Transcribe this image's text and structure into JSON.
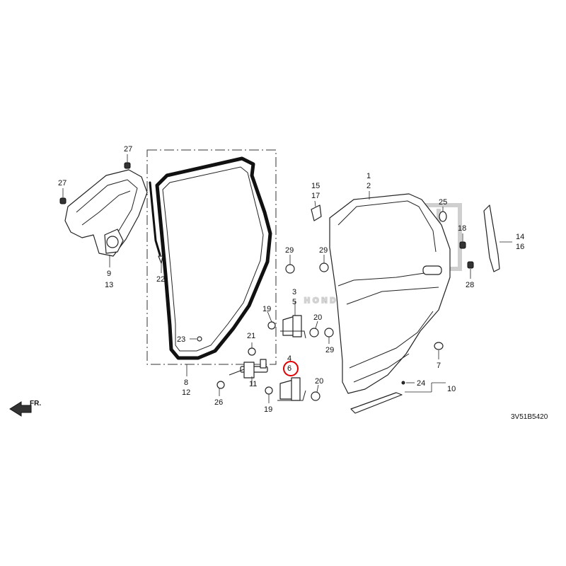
{
  "diagram_code": "3V51B5420",
  "watermark": "HONDA",
  "front_indicator": "FR.",
  "highlighted_callout": "6",
  "callouts": [
    "1",
    "2",
    "3",
    "4",
    "5",
    "6",
    "7",
    "8",
    "9",
    "10",
    "11",
    "12",
    "13",
    "14",
    "15",
    "16",
    "17",
    "18",
    "19",
    "19",
    "20",
    "20",
    "21",
    "22",
    "23",
    "24",
    "25",
    "26",
    "27",
    "27",
    "28",
    "29",
    "29",
    "29"
  ]
}
